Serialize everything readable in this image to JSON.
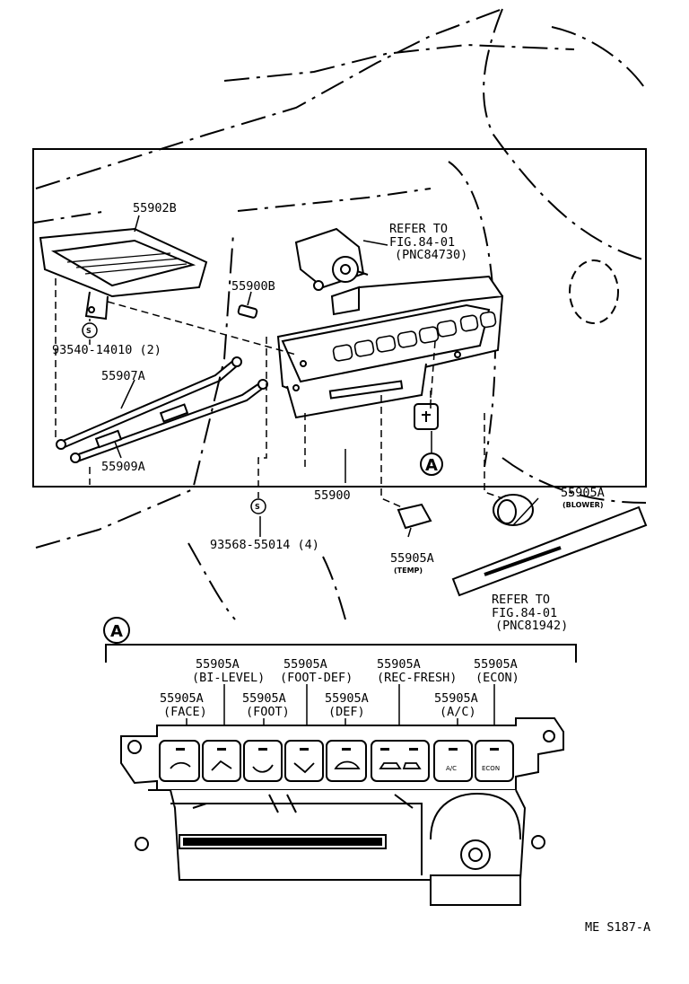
{
  "labels": {
    "p55902B": "55902B",
    "p55900B": "55900B",
    "refer1_a": "REFER TO",
    "refer1_b": "FIG.84-01",
    "refer1_c": "(PNC84730)",
    "p93540": "93540-14010 (2)",
    "p55907A": "55907A",
    "p55909A": "55909A",
    "p55900": "55900",
    "p93568": "93568-55014 (4)",
    "temp_part": "55905A",
    "temp_sub": "(TEMP)",
    "blower_part": "55905A",
    "blower_sub": "(BLOWER)",
    "refer2_a": "REFER TO",
    "refer2_b": "FIG.84-01",
    "refer2_c": "(PNC81942)",
    "circle_a": "A",
    "detail_a": "A",
    "code": "ME  S187-A"
  },
  "callouts": {
    "bilevel_part": "55905A",
    "bilevel_sub": "(BI-LEVEL)",
    "footdef_part": "55905A",
    "footdef_sub": "(FOOT-DEF)",
    "recfresh_part": "55905A",
    "recfresh_sub": "(REC-FRESH)",
    "econ_part": "55905A",
    "econ_sub": "(ECON)",
    "face_part": "55905A",
    "face_sub": "(FACE)",
    "foot_part": "55905A",
    "foot_sub": "(FOOT)",
    "def_part": "55905A",
    "def_sub": "(DEF)",
    "ac_part": "55905A",
    "ac_sub": "(A/C)"
  },
  "buttons": {
    "ac": "A/C",
    "econ": "ECON"
  },
  "symbols": {
    "s1": "S",
    "s2": "S"
  }
}
